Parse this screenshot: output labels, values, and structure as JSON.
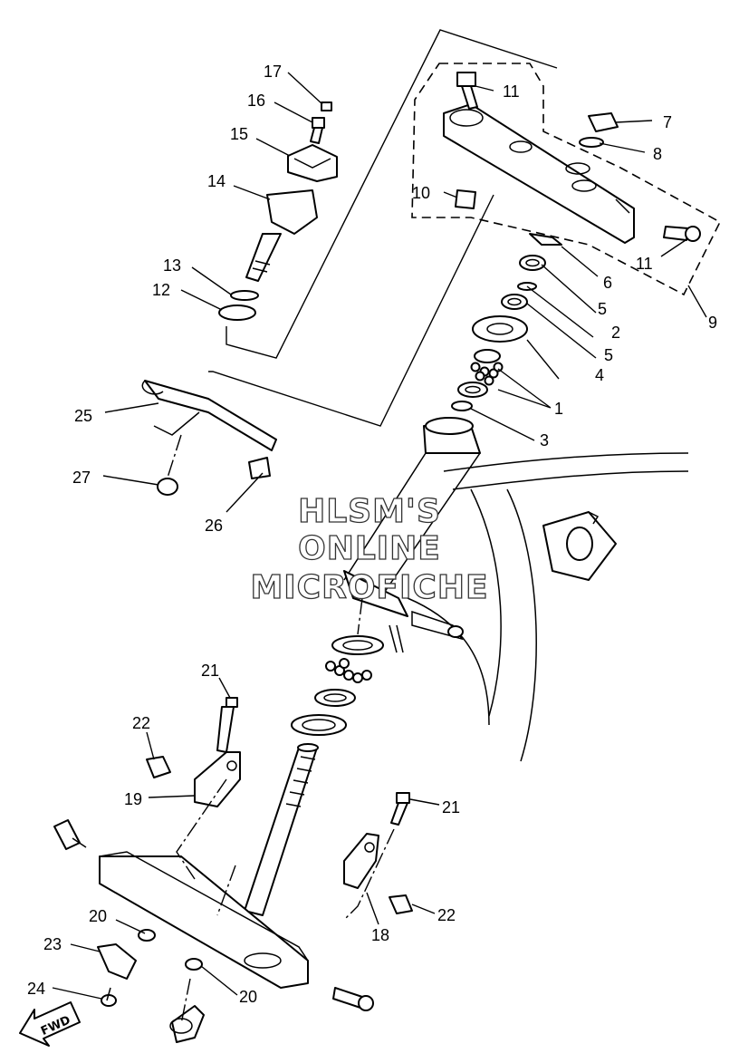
{
  "callouts": {
    "c1": "1",
    "c2": "2",
    "c3": "3",
    "c4": "4",
    "c5a": "5",
    "c5b": "5",
    "c6": "6",
    "c7": "7",
    "c8": "8",
    "c9": "9",
    "c10": "10",
    "c11a": "11",
    "c11b": "11",
    "c12": "12",
    "c13": "13",
    "c14": "14",
    "c15": "15",
    "c16": "16",
    "c17": "17",
    "c18": "18",
    "c19": "19",
    "c20a": "20",
    "c20b": "20",
    "c21a": "21",
    "c21b": "21",
    "c22a": "22",
    "c22b": "22",
    "c23": "23",
    "c24": "24",
    "c25": "25",
    "c26": "26",
    "c27": "27"
  },
  "watermark": {
    "line1": "HLSM'S",
    "line2": "ONLINE",
    "line3": "MICROFICHE"
  },
  "fwd_label": "FWD"
}
